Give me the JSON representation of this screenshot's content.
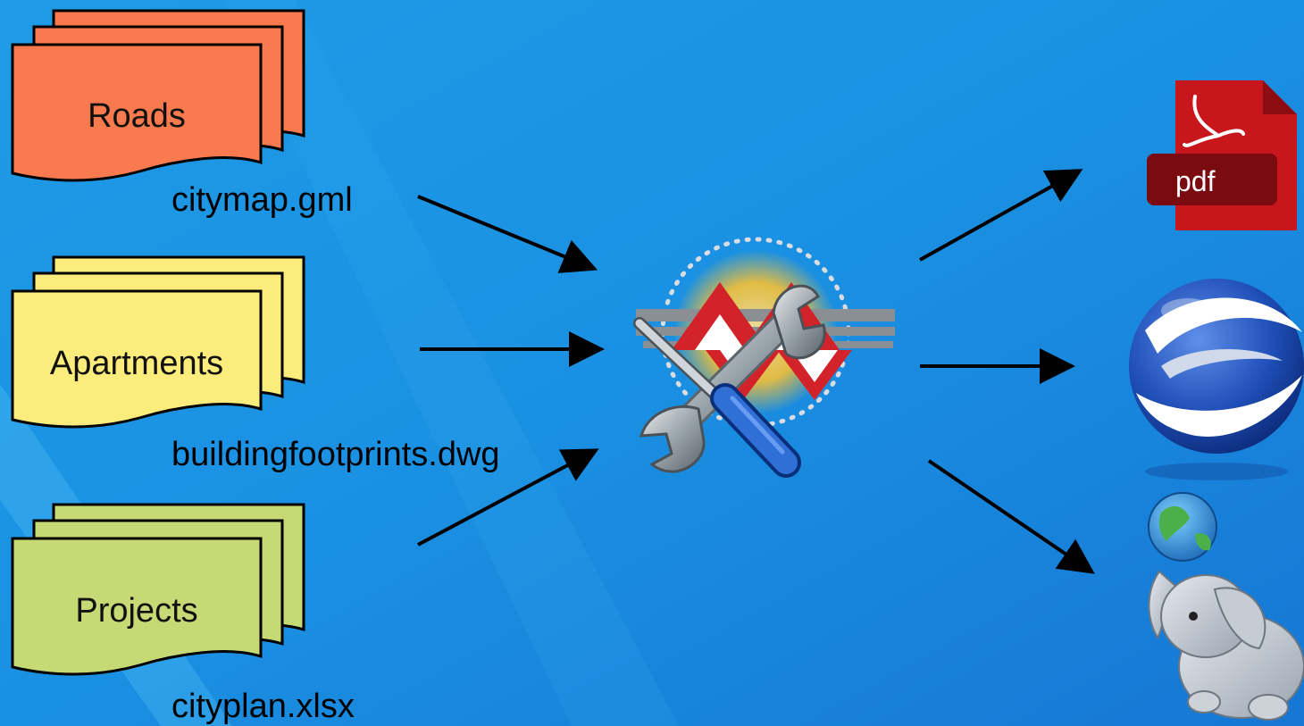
{
  "sources": [
    {
      "label": "Roads",
      "file": "citymap.gml",
      "color": "#f97a4e"
    },
    {
      "label": "Apartments",
      "file": "buildingfootprints.dwg",
      "color": "#fcec7c"
    },
    {
      "label": "Projects",
      "file": "cityplan.xlsx",
      "color": "#c7d974"
    }
  ],
  "center_icon": "fme-tools-icon",
  "outputs": [
    {
      "icon": "pdf-file-icon",
      "text": "pdf"
    },
    {
      "icon": "google-earth-icon"
    },
    {
      "icon": "postgis-elephant-icon"
    }
  ],
  "colors": {
    "background": "#1a8fe0",
    "background_light": "#35b4f2",
    "arrow": "#000000",
    "pdf_red": "#c8161d",
    "pdf_dark": "#7a0b10"
  }
}
